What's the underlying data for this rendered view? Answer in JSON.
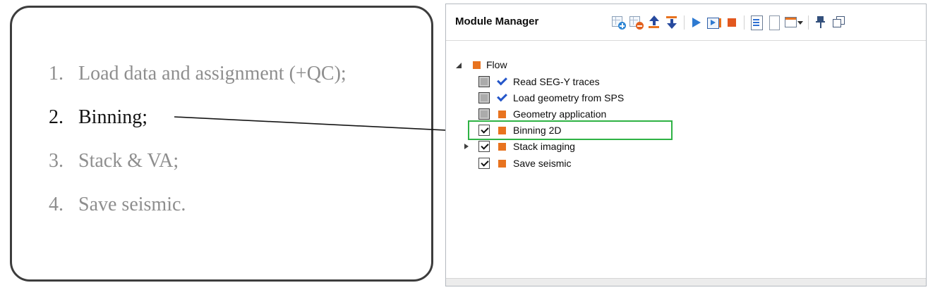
{
  "annotation": {
    "steps": [
      {
        "number": "1.",
        "text": "Load data and assignment (+QC);",
        "emphasized": false
      },
      {
        "number": "2.",
        "text": "Binning;",
        "emphasized": true
      },
      {
        "number": "3.",
        "text": "Stack & VA;",
        "emphasized": false
      },
      {
        "number": "4.",
        "text": "Save seismic.",
        "emphasized": false
      }
    ]
  },
  "panel": {
    "title": "Module Manager",
    "toolbar_icons": [
      "add-module",
      "remove-module",
      "move-up",
      "move-down",
      "run",
      "run-flow",
      "stop",
      "module-list",
      "blank-document",
      "new-window-dropdown",
      "pin",
      "cascade-windows"
    ],
    "tree": {
      "root_label": "Flow",
      "items": [
        {
          "label": "Read SEG-Y traces",
          "checkbox": "gray",
          "status": "blue-check"
        },
        {
          "label": "Load geometry from SPS",
          "checkbox": "gray",
          "status": "blue-check"
        },
        {
          "label": "Geometry application",
          "checkbox": "gray",
          "status": "orange-square"
        },
        {
          "label": "Binning 2D",
          "checkbox": "checked",
          "status": "orange-square",
          "highlighted": true
        },
        {
          "label": "Stack imaging",
          "checkbox": "checked",
          "status": "orange-square",
          "expandable": true
        },
        {
          "label": "Save seismic",
          "checkbox": "checked",
          "status": "orange-square"
        }
      ]
    }
  },
  "colors": {
    "module_orange": "#e8731f",
    "status_blue": "#2456c9",
    "highlight_green": "#2eb244",
    "step_gray": "#8e8e8e",
    "step_black": "#121212"
  }
}
